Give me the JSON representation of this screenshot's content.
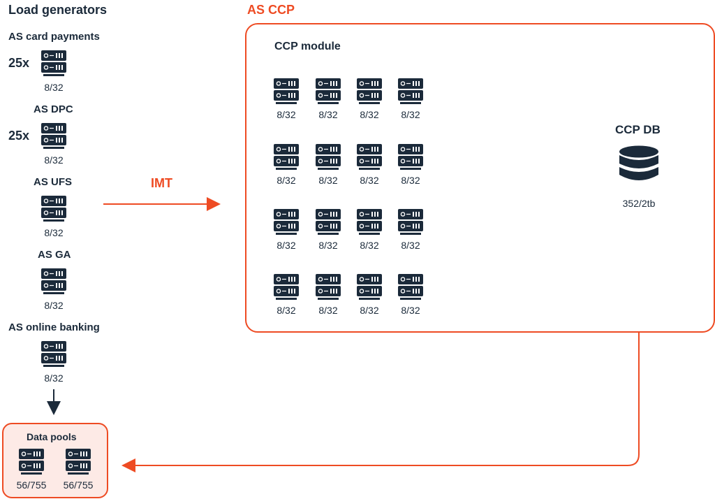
{
  "load_generators": {
    "title": "Load generators",
    "items": [
      {
        "label": "AS card payments",
        "multiplier": "25x",
        "spec": "8/32"
      },
      {
        "label": "AS DPC",
        "multiplier": "25x",
        "spec": "8/32"
      },
      {
        "label": "AS UFS",
        "multiplier": "",
        "spec": "8/32"
      },
      {
        "label": "AS GA",
        "multiplier": "",
        "spec": "8/32"
      },
      {
        "label": "AS online banking",
        "multiplier": "",
        "spec": "8/32"
      }
    ]
  },
  "imt_label": "IMT",
  "as_ccp": {
    "title": "AS CCP",
    "module_title": "CCP module",
    "module_specs": [
      [
        "8/32",
        "8/32",
        "8/32",
        "8/32"
      ],
      [
        "8/32",
        "8/32",
        "8/32",
        "8/32"
      ],
      [
        "8/32",
        "8/32",
        "8/32",
        "8/32"
      ],
      [
        "8/32",
        "8/32",
        "8/32",
        "8/32"
      ]
    ],
    "db_title": "CCP DB",
    "db_spec": "352/2tb"
  },
  "data_pools": {
    "title": "Data pools",
    "specs": [
      "56/755",
      "56/755"
    ]
  },
  "colors": {
    "accent": "#ee4b23",
    "dark": "#1b2a3a",
    "pool_fill": "#fdeae6"
  },
  "icons": {
    "server": "server-icon",
    "database": "database-icon"
  }
}
